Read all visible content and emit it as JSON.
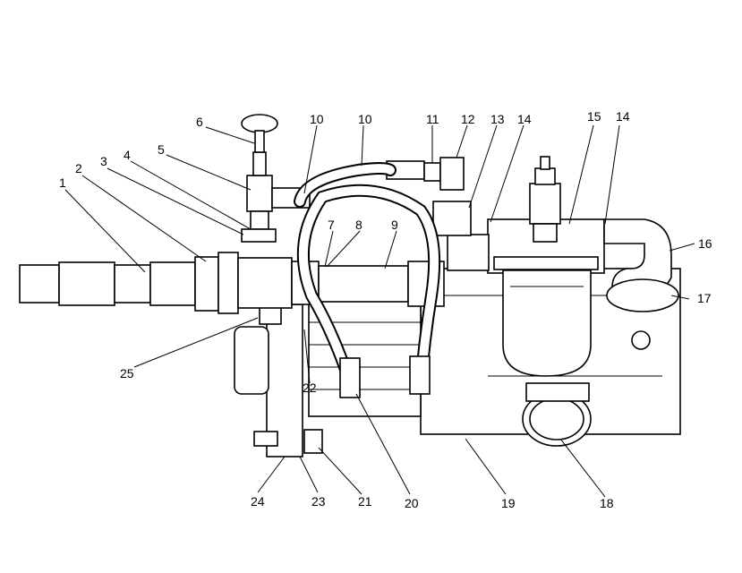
{
  "callouts": [
    "1",
    "2",
    "3",
    "4",
    "5",
    "6",
    "7",
    "8",
    "9",
    "10",
    "10",
    "11",
    "12",
    "13",
    "14",
    "14",
    "15",
    "16",
    "17",
    "18",
    "19",
    "20",
    "21",
    "22",
    "23",
    "24",
    "25"
  ]
}
